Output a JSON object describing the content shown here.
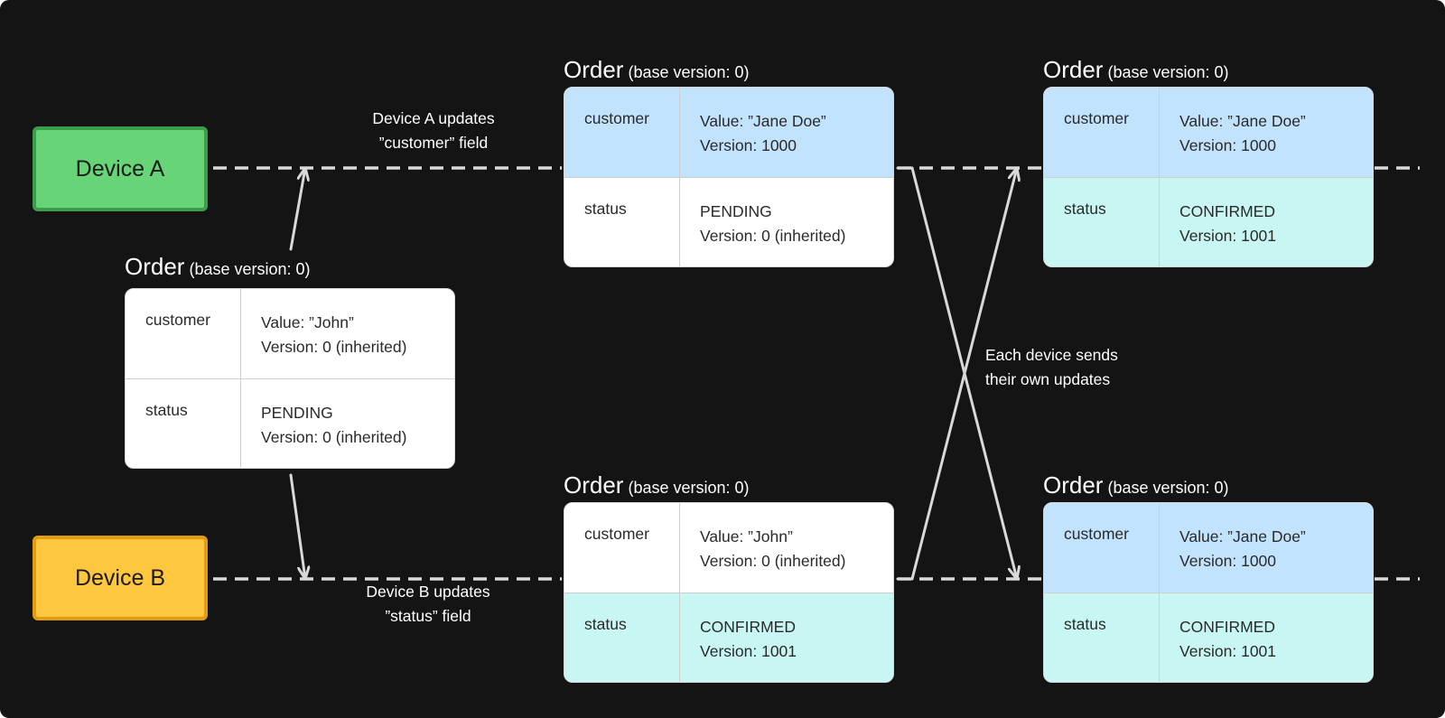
{
  "devices": {
    "a": "Device A",
    "b": "Device B"
  },
  "annotations": {
    "device_a_update": [
      "Device A updates",
      "”customer” field"
    ],
    "device_b_update": [
      "Device B updates",
      "”status” field"
    ],
    "exchange": [
      "Each device sends",
      "their own updates"
    ]
  },
  "cards": {
    "initial": {
      "title": "Order",
      "subtitle": "(base version: 0)",
      "rows": [
        {
          "key": "customer",
          "value": "Value: ”John”",
          "version": "Version: 0 (inherited)",
          "state": "white"
        },
        {
          "key": "status",
          "value": "PENDING",
          "version": "Version: 0 (inherited)",
          "state": "white"
        }
      ]
    },
    "a_local": {
      "title": "Order",
      "subtitle": "(base version: 0)",
      "rows": [
        {
          "key": "customer",
          "value": "Value: ”Jane Doe”",
          "version": "Version: 1000",
          "state": "blue"
        },
        {
          "key": "status",
          "value": "PENDING",
          "version": "Version: 0 (inherited)",
          "state": "white"
        }
      ]
    },
    "b_local": {
      "title": "Order",
      "subtitle": "(base version: 0)",
      "rows": [
        {
          "key": "customer",
          "value": "Value: ”John”",
          "version": "Version: 0 (inherited)",
          "state": "white"
        },
        {
          "key": "status",
          "value": "CONFIRMED",
          "version": "Version: 1001",
          "state": "cyan"
        }
      ]
    },
    "a_merged": {
      "title": "Order",
      "subtitle": "(base version: 0)",
      "rows": [
        {
          "key": "customer",
          "value": "Value: ”Jane Doe”",
          "version": "Version: 1000",
          "state": "blue"
        },
        {
          "key": "status",
          "value": "CONFIRMED",
          "version": "Version: 1001",
          "state": "cyan"
        }
      ]
    },
    "b_merged": {
      "title": "Order",
      "subtitle": "(base version: 0)",
      "rows": [
        {
          "key": "customer",
          "value": "Value: ”Jane Doe”",
          "version": "Version: 1000",
          "state": "blue"
        },
        {
          "key": "status",
          "value": "CONFIRMED",
          "version": "Version: 1001",
          "state": "cyan"
        }
      ]
    }
  },
  "colors": {
    "background": "#141414",
    "device_a": "#66d477",
    "device_b": "#ffc73d",
    "updated_customer": "#c2e3fd",
    "updated_status": "#c8f7f3",
    "line": "#d9d9d9"
  }
}
